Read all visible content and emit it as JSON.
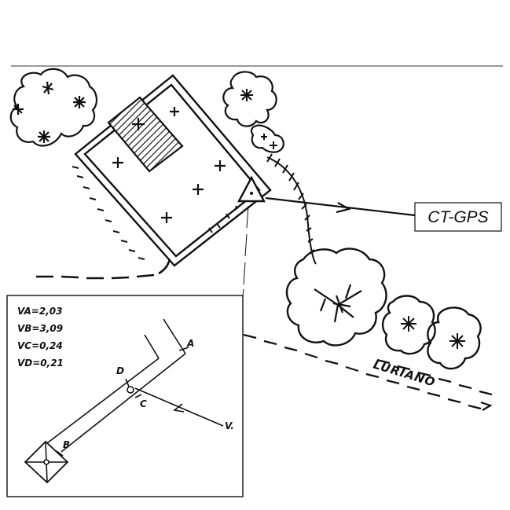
{
  "callout": {
    "label": "CT-GPS"
  },
  "road": {
    "name": "LURIANO"
  },
  "inset": {
    "values": [
      {
        "label": "VA=2,03"
      },
      {
        "label": "VB=3,09"
      },
      {
        "label": "VC=0,24"
      },
      {
        "label": "VD=0,21"
      }
    ],
    "points": {
      "a": "A",
      "b": "B",
      "c": "C",
      "d": "D",
      "v": "V."
    }
  }
}
